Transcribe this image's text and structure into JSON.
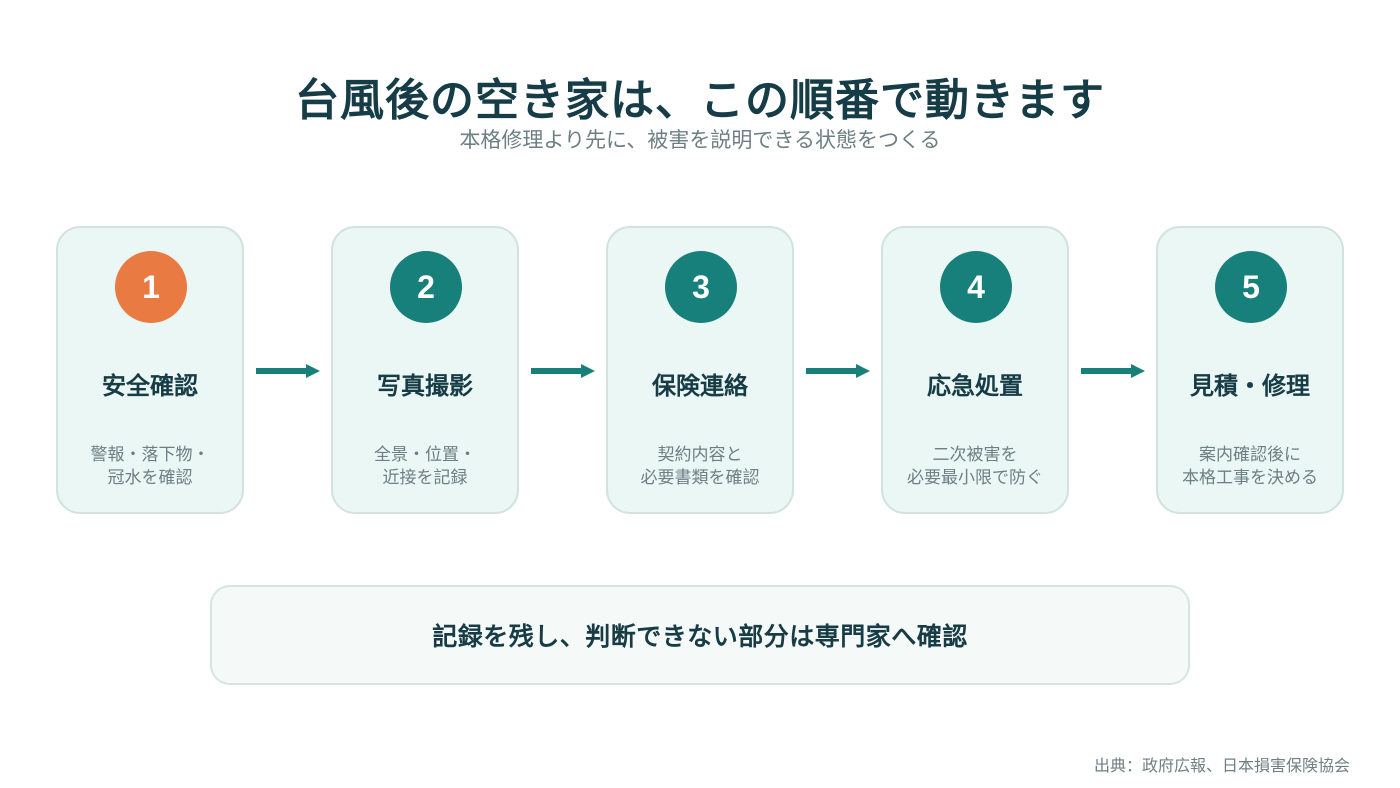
{
  "title": "台風後の空き家は、この順番で動きます",
  "subtitle": "本格修理より先に、被害を説明できる状態をつくる",
  "steps": [
    {
      "number": "1",
      "title": "安全確認",
      "description": "警報・落下物・\n冠水を確認",
      "active": true
    },
    {
      "number": "2",
      "title": "写真撮影",
      "description": "全景・位置・\n近接を記録",
      "active": false
    },
    {
      "number": "3",
      "title": "保険連絡",
      "description": "契約内容と\n必要書類を確認",
      "active": false
    },
    {
      "number": "4",
      "title": "応急処置",
      "description": "二次被害を\n必要最小限で防ぐ",
      "active": false
    },
    {
      "number": "5",
      "title": "見積・修理",
      "description": "案内確認後に\n本格工事を決める",
      "active": false
    }
  ],
  "summary": "記録を残し、判断できない部分は専門家へ確認",
  "source": "出典：政府広報、日本損害保険協会",
  "colors": {
    "active": "#e97a42",
    "primary": "#17807a",
    "card_background": "#eaf7f4",
    "title": "#163d47"
  }
}
